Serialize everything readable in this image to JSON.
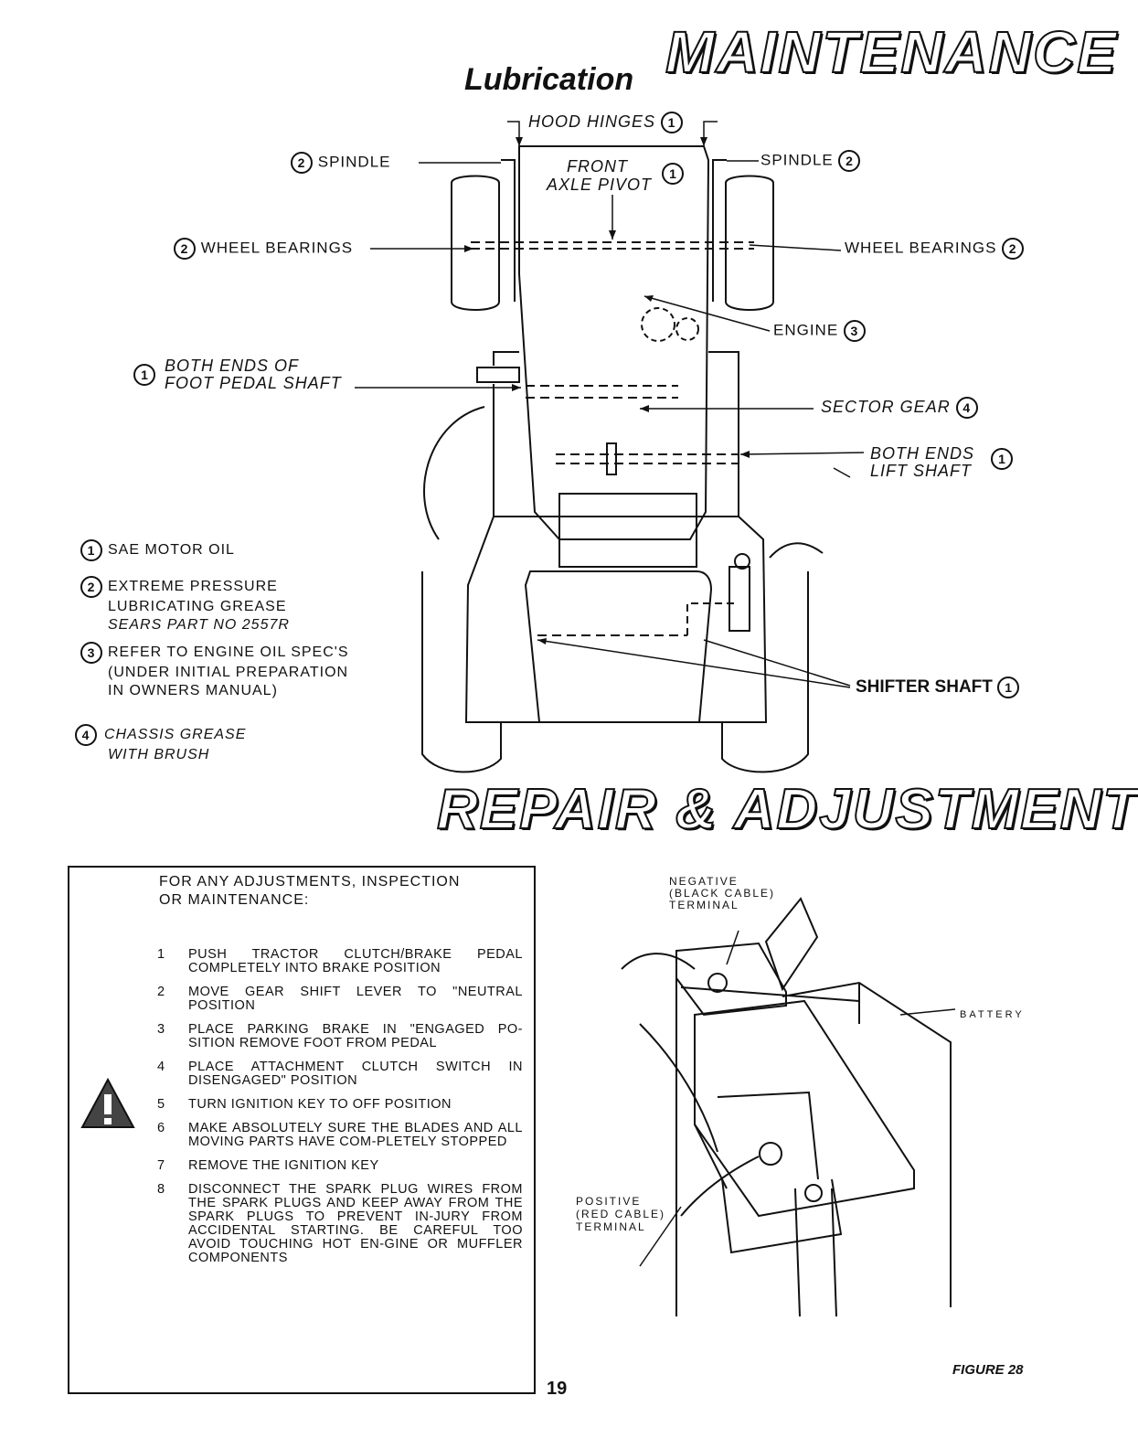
{
  "header": {
    "title": "MAINTENANCE",
    "subtitle": "Lubrication"
  },
  "lubrication_diagram": {
    "callouts": {
      "hood_hinges": {
        "text": "HOOD HINGES",
        "code": "1"
      },
      "spindle_left": {
        "text": "SPINDLE",
        "code": "2"
      },
      "spindle_right": {
        "text": "SPINDLE",
        "code": "2"
      },
      "front_axle_pivot_line1": "FRONT",
      "front_axle_pivot_line2": "AXLE PIVOT",
      "front_axle_pivot_code": "1",
      "wheel_bearings_left": {
        "text": "WHEEL BEARINGS",
        "code": "2"
      },
      "wheel_bearings_right": {
        "text": "WHEEL BEARINGS",
        "code": "2"
      },
      "engine": {
        "text": "ENGINE",
        "code": "3"
      },
      "foot_pedal_line1": "BOTH ENDS OF",
      "foot_pedal_line2": "FOOT PEDAL SHAFT",
      "foot_pedal_code": "1",
      "sector_gear": {
        "text": "SECTOR GEAR",
        "code": "4"
      },
      "lift_shaft_line1": "BOTH ENDS",
      "lift_shaft_line2": "LIFT SHAFT",
      "lift_shaft_code": "1",
      "shifter_shaft": {
        "text": "SHIFTER SHAFT",
        "code": "1"
      }
    },
    "legend": [
      {
        "code": "1",
        "lines": [
          "SAE MOTOR OIL"
        ]
      },
      {
        "code": "2",
        "lines": [
          "EXTREME PRESSURE",
          "LUBRICATING GREASE",
          "SEARS PART NO  2557R"
        ]
      },
      {
        "code": "3",
        "lines": [
          "REFER TO ENGINE OIL SPEC'S",
          "(UNDER INITIAL PREPARATION",
          "IN OWNERS MANUAL)"
        ]
      },
      {
        "code": "4",
        "lines": [
          "CHASSIS GREASE",
          "WITH BRUSH"
        ]
      }
    ]
  },
  "section2": {
    "title": "REPAIR & ADJUSTMENT"
  },
  "instructions": {
    "heading_line1": "FOR  ANY  ADJUSTMENTS,  INSPECTION",
    "heading_line2": "OR MAINTENANCE:",
    "steps": [
      {
        "num": "1",
        "text": "PUSH  TRACTOR  CLUTCH/BRAKE  PEDAL COMPLETELY INTO BRAKE POSITION"
      },
      {
        "num": "2",
        "text": "MOVE GEAR SHIFT LEVER TO  \"NEUTRAL POSITION"
      },
      {
        "num": "3",
        "text": "PLACE PARKING BRAKE IN \"ENGAGED PO-SITION  REMOVE FOOT FROM PEDAL"
      },
      {
        "num": "4",
        "text": "PLACE  ATTACHMENT  CLUTCH SWITCH IN DISENGAGED\" POSITION"
      },
      {
        "num": "5",
        "text": "TURN IGNITION KEY TO  OFF  POSITION"
      },
      {
        "num": "6",
        "text": "MAKE  ABSOLUTELY  SURE  THE  BLADES AND  ALL  MOVING  PARTS  HAVE  COM-PLETELY STOPPED"
      },
      {
        "num": "7",
        "text": "REMOVE THE IGNITION KEY"
      },
      {
        "num": "8",
        "text": "DISCONNECT  THE  SPARK  PLUG  WIRES FROM THE SPARK PLUGS AND KEEP AWAY FROM THE SPARK PLUGS TO PREVENT IN-JURY FROM ACCIDENTAL STARTING.  BE CAREFUL TOO AVOID TOUCHING HOT EN-GINE OR MUFFLER COMPONENTS"
      }
    ]
  },
  "battery_figure": {
    "negative_line1": "NEGATIVE",
    "negative_line2": "(BLACK CABLE)",
    "negative_line3": "TERMINAL",
    "battery": "BATTERY",
    "positive_line1": "POSITIVE",
    "positive_line2": "(RED CABLE)",
    "positive_line3": "TERMINAL",
    "caption": "FIGURE 28"
  },
  "footer": {
    "page_number": "19"
  }
}
